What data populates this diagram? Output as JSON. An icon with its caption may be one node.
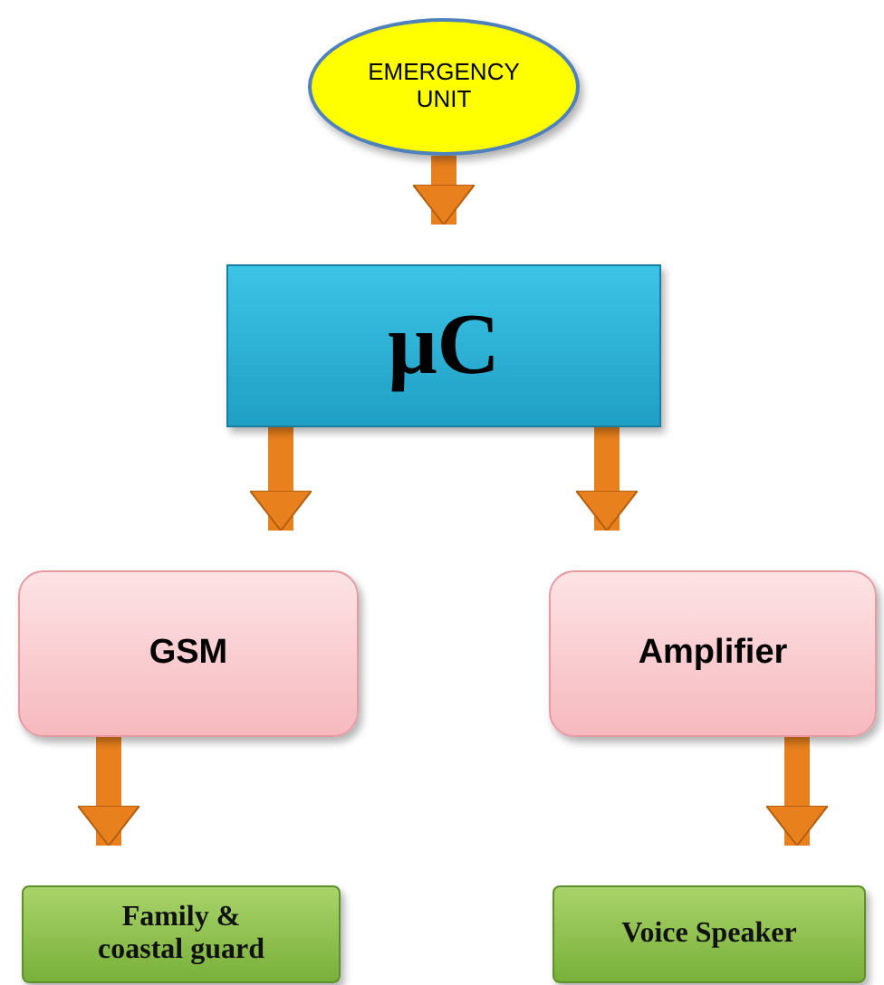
{
  "diagram": {
    "nodes": [
      {
        "text": [
          "EMERGENCY UNIT"
        ]
      },
      {
        "text": [
          "μC"
        ]
      },
      {
        "text": [
          "GSM"
        ]
      },
      {
        "text": [
          "Amplifier"
        ]
      },
      {
        "text": [
          "Family & coastal guard"
        ]
      },
      {
        "text": [
          "Voice Speaker"
        ]
      }
    ],
    "edges": [
      {
        "from": 0,
        "to": 1,
        "arrow": "to"
      },
      {
        "from": 1,
        "to": 2,
        "arrow": "to"
      },
      {
        "from": 1,
        "to": 3,
        "arrow": "to"
      },
      {
        "from": 2,
        "to": 4,
        "arrow": "to"
      },
      {
        "from": 3,
        "to": 5,
        "arrow": "to"
      }
    ]
  }
}
